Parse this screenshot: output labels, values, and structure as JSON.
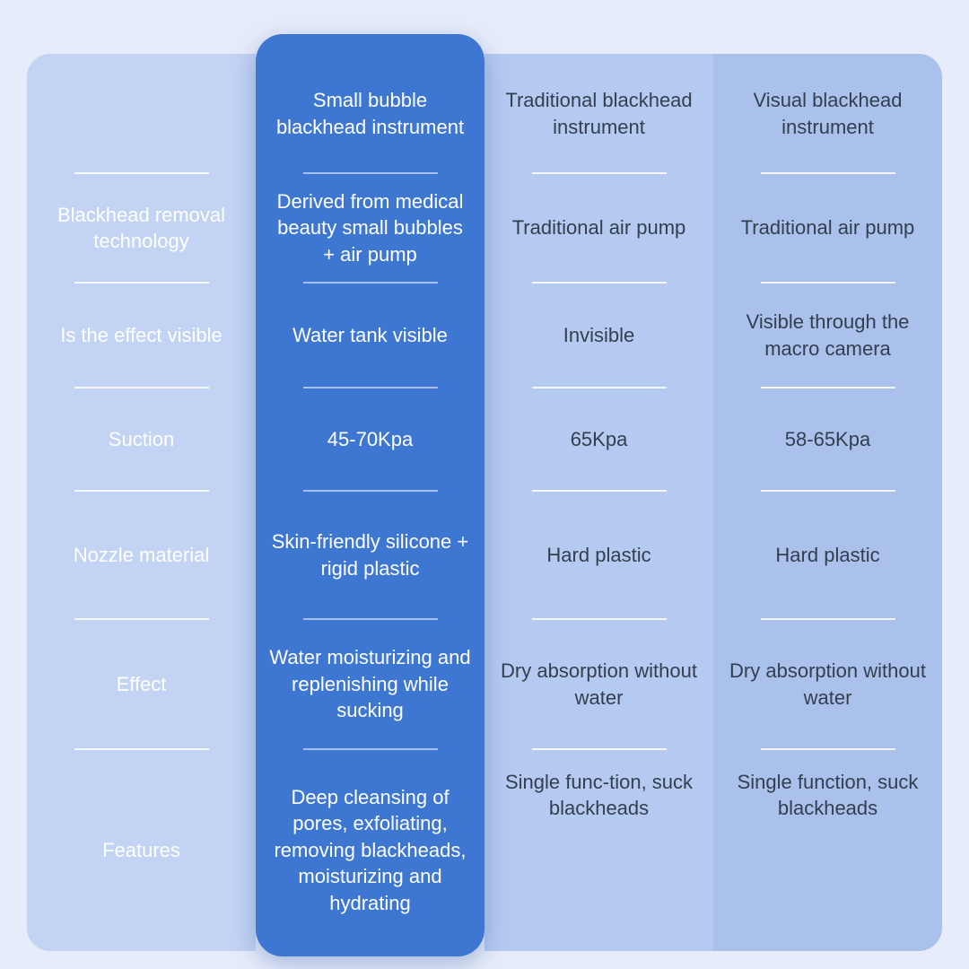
{
  "chart_data": {
    "type": "table",
    "row_headers": [
      "Blackhead removal technology",
      "Is the effect visible",
      "Suction",
      "Nozzle material",
      "Effect",
      "Features"
    ],
    "columns": [
      {
        "header": "Small bubble blackhead instrument",
        "highlighted": true,
        "cells": [
          "Derived from medical beauty small bubbles + air pump",
          "Water tank visible",
          "45-70Kpa",
          "Skin-friendly silicone + rigid plastic",
          "Water moisturizing and replenishing while sucking",
          "Deep cleansing of pores, exfoliating, removing blackheads, moisturizing and hydrating"
        ]
      },
      {
        "header": "Traditional blackhead instrument",
        "highlighted": false,
        "cells": [
          "Traditional air pump",
          "Invisible",
          "65Kpa",
          "Hard plastic",
          "Dry absorption without water",
          "Single func-tion, suck blackheads"
        ]
      },
      {
        "header": "Visual blackhead instrument",
        "highlighted": false,
        "cells": [
          "Traditional air pump",
          "Visible through the macro camera",
          "58-65Kpa",
          "Hard plastic",
          "Dry absorption without water",
          "Single function, suck blackheads"
        ]
      }
    ]
  },
  "colors": {
    "page_bg": "#e7ecfa",
    "labels_bg": "#c2d3f3",
    "highlight_bg": "#3d77d2",
    "traditional_bg": "#b5caf0",
    "visual_bg": "#aac1ec",
    "light_text": "#ffffff",
    "dark_text": "#333f4f"
  }
}
